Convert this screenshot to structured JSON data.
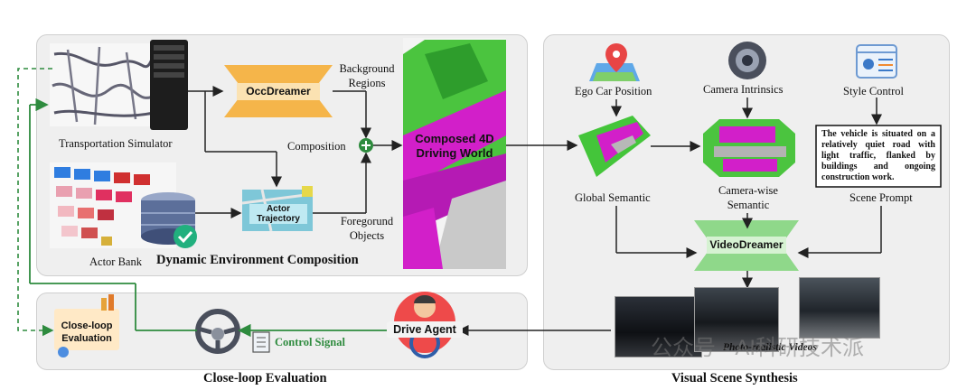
{
  "panels": {
    "dynamic_env": "Dynamic Environment Composition",
    "visual_synthesis": "Visual Scene Synthesis",
    "closed_loop": "Close-loop Evaluation"
  },
  "dynamic_env": {
    "transport_sim": "Transportation Simulator",
    "actor_bank": "Actor Bank",
    "occdreamer": "OccDreamer",
    "background_regions_1": "Background",
    "background_regions_2": "Regions",
    "composition": "Composition",
    "actor_trajectory": "Actor Trajectory",
    "foreground_objects_1": "Foregorund",
    "foreground_objects_2": "Objects",
    "composed_world_1": "Composed 4D",
    "composed_world_2": "Driving World"
  },
  "visual": {
    "ego_car_position": "Ego Car Position",
    "camera_intrinsics": "Camera Intrinsics",
    "style_control": "Style Control",
    "prompt_text": "The vehicle is situated on a relatively quiet road with light traffic, flanked by buildings and ongoing construction work.",
    "global_semantic": "Global Semantic",
    "camera_wise_1": "Camera-wise",
    "camera_wise_2": "Semantic",
    "scene_prompt": "Scene Prompt",
    "videodreamer": "VideoDreamer",
    "photo_videos": "Photo-realistic Videos"
  },
  "loop": {
    "close_loop_eval_1": "Close-loop",
    "close_loop_eval_2": "Evaluation",
    "control_signal": "Control Signal",
    "drive_agent": "Drive Agent"
  },
  "watermark": "公众号 · AI科研技术派",
  "colors": {
    "arrow": "#222222",
    "loop_green": "#2e8b3e",
    "occ_orange": "#f5b54a",
    "video_green": "#8fd88a",
    "semantic_magenta": "#d21fc9",
    "semantic_green": "#3fc43a"
  }
}
